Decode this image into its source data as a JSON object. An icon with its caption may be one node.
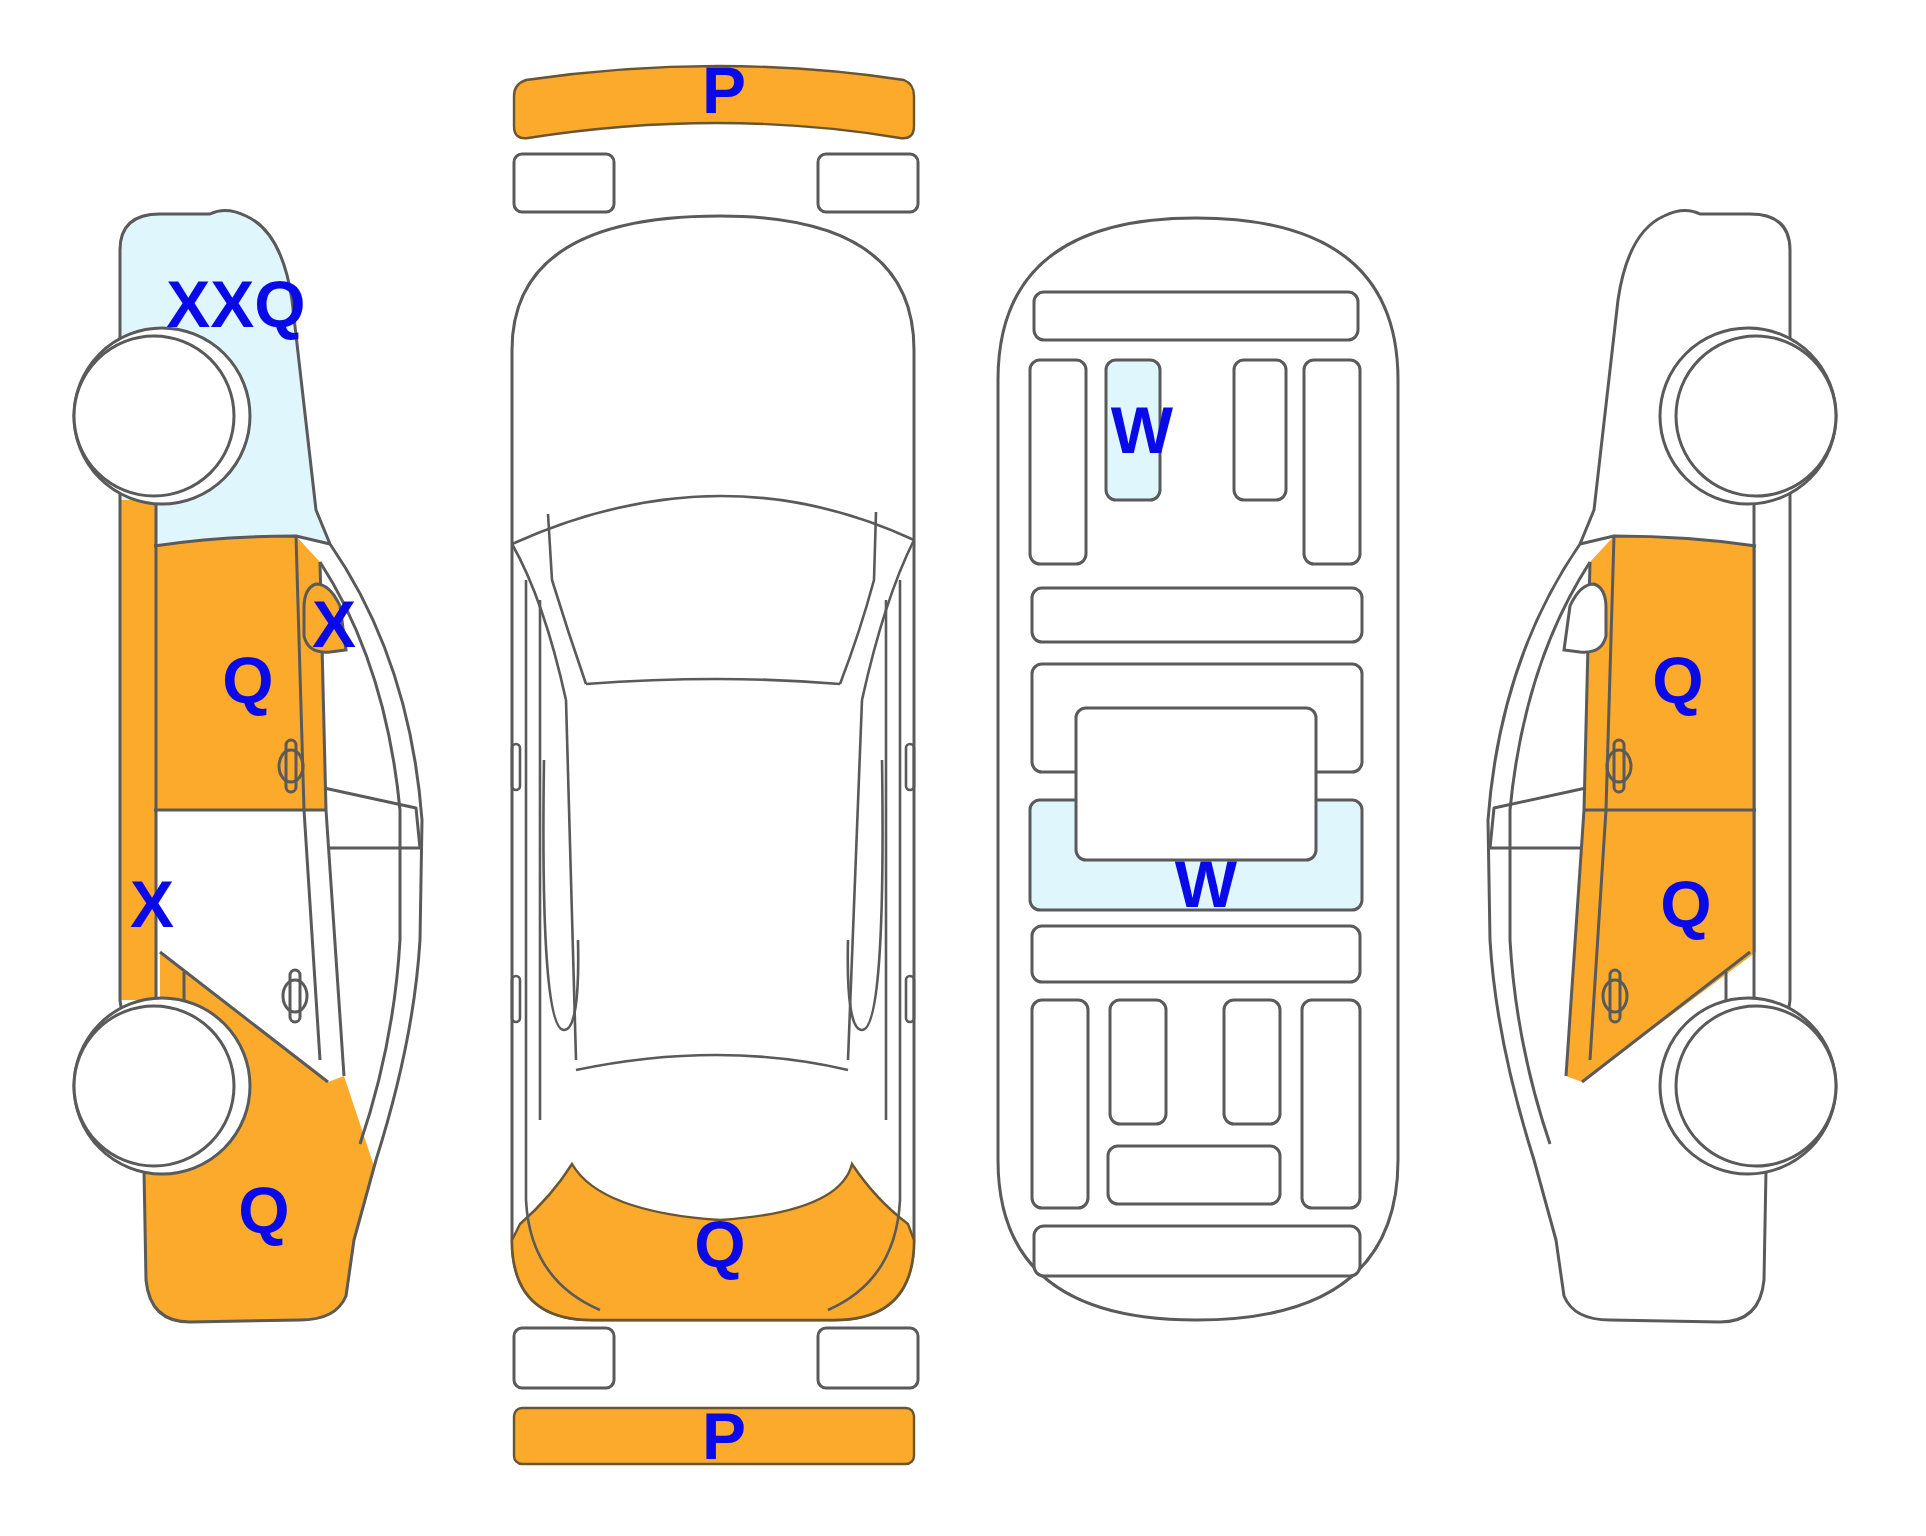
{
  "diagram": {
    "labels": [
      "XXQ",
      "X",
      "Q",
      "X",
      "Q",
      "P",
      "Q",
      "P",
      "W",
      "W",
      "Q",
      "Q"
    ]
  }
}
